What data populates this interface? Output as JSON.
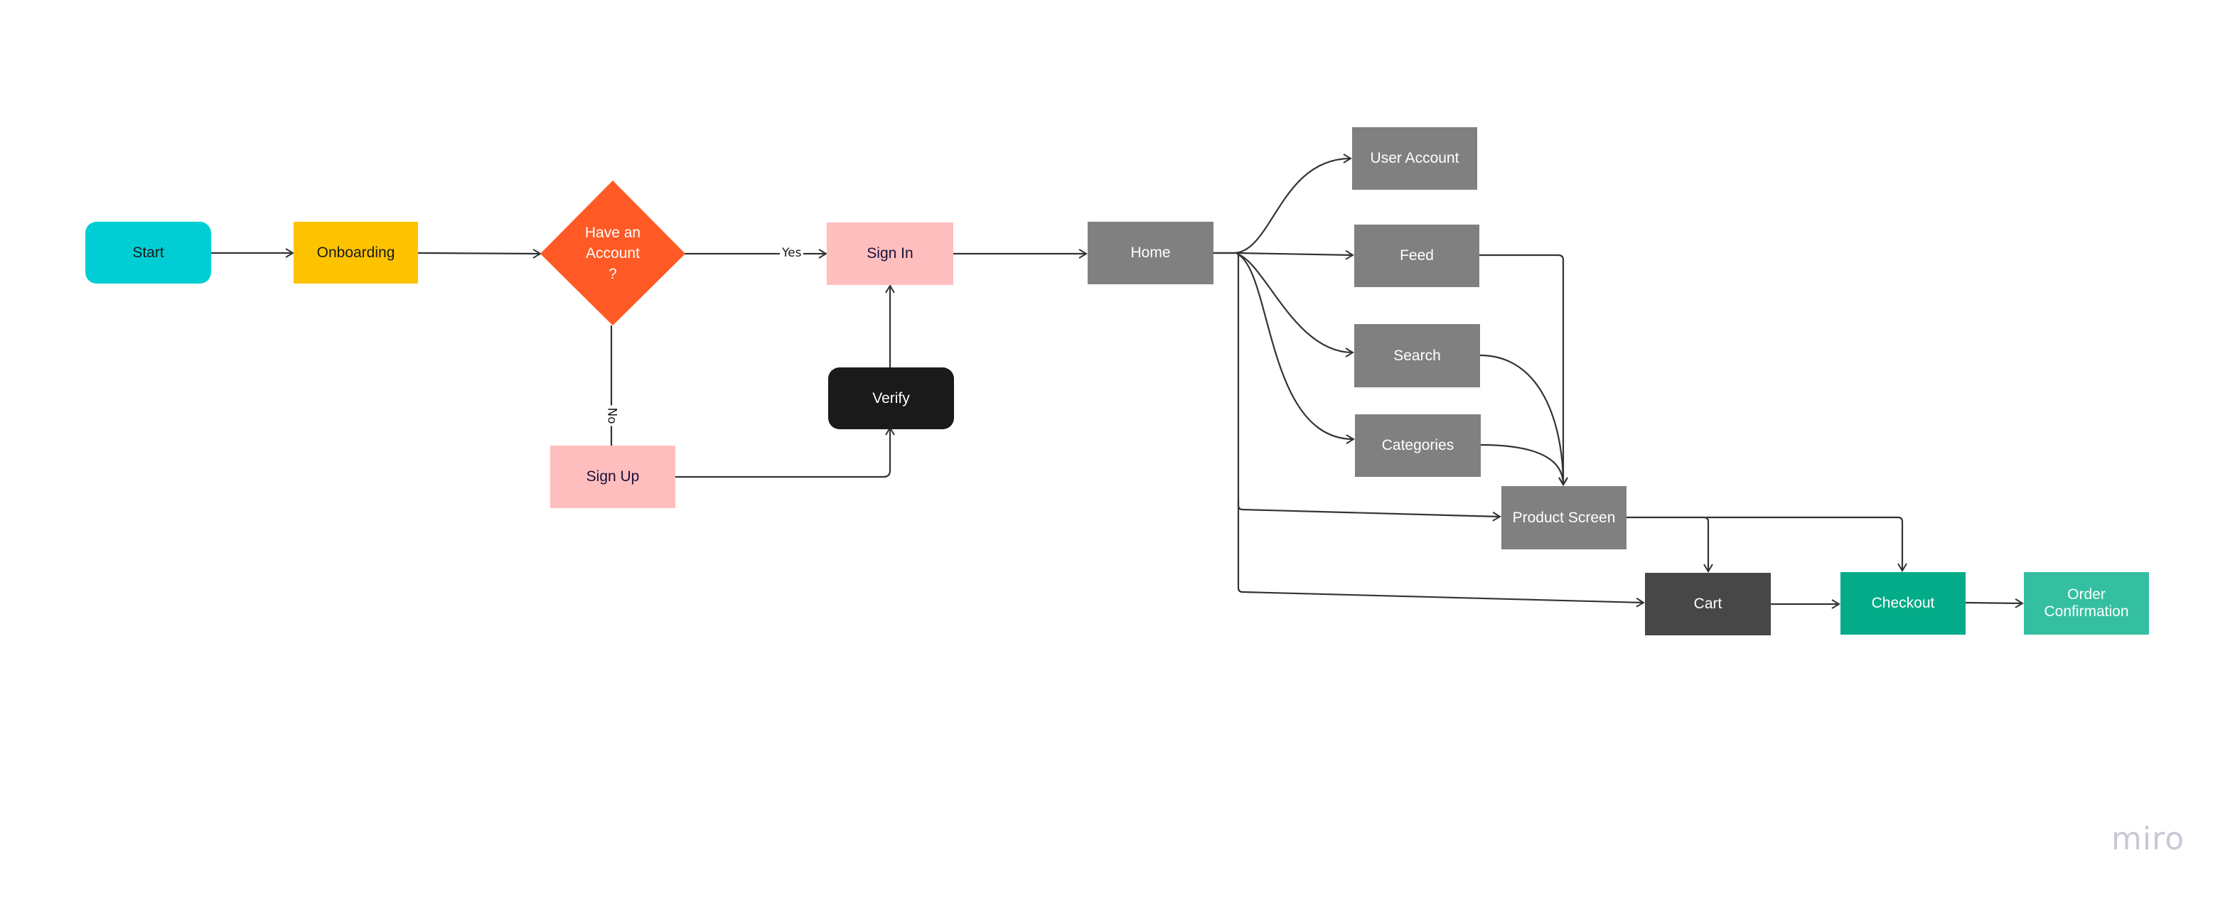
{
  "board": {
    "logo": "miro"
  },
  "colors": {
    "start": "#00CED4",
    "onboarding": "#FDC300",
    "decision": "#FF5A26",
    "signin": "#FFBEBE",
    "verify": "#1A1A1A",
    "screen": "#808080",
    "cart": "#474747",
    "checkout": "#03AB88",
    "confirmation": "#34BFA0",
    "connector": "#333333"
  },
  "nodes": {
    "start": {
      "label": "Start"
    },
    "onboarding": {
      "label": "Onboarding"
    },
    "decision": {
      "label": "Have an\nAccount\n?"
    },
    "sign_in": {
      "label": "Sign In"
    },
    "sign_up": {
      "label": "Sign Up"
    },
    "verify": {
      "label": "Verify"
    },
    "home": {
      "label": "Home"
    },
    "user_account": {
      "label": "User Account"
    },
    "feed": {
      "label": "Feed"
    },
    "search": {
      "label": "Search"
    },
    "categories": {
      "label": "Categories"
    },
    "product_screen": {
      "label": "Product Screen"
    },
    "cart": {
      "label": "Cart"
    },
    "checkout": {
      "label": "Checkout"
    },
    "order_confirmation": {
      "label": "Order\nConfirmation"
    }
  },
  "edge_labels": {
    "yes": "Yes",
    "no": "No"
  },
  "edges": [
    {
      "from": "start",
      "to": "onboarding"
    },
    {
      "from": "onboarding",
      "to": "decision"
    },
    {
      "from": "decision",
      "to": "sign_in",
      "label": "Yes"
    },
    {
      "from": "decision",
      "to": "sign_up",
      "label": "No"
    },
    {
      "from": "sign_up",
      "to": "verify"
    },
    {
      "from": "verify",
      "to": "sign_in"
    },
    {
      "from": "sign_in",
      "to": "home"
    },
    {
      "from": "home",
      "to": "user_account"
    },
    {
      "from": "home",
      "to": "feed"
    },
    {
      "from": "home",
      "to": "search"
    },
    {
      "from": "home",
      "to": "categories"
    },
    {
      "from": "home",
      "to": "product_screen"
    },
    {
      "from": "home",
      "to": "cart"
    },
    {
      "from": "feed",
      "to": "product_screen"
    },
    {
      "from": "search",
      "to": "product_screen"
    },
    {
      "from": "categories",
      "to": "product_screen"
    },
    {
      "from": "product_screen",
      "to": "cart"
    },
    {
      "from": "product_screen",
      "to": "checkout"
    },
    {
      "from": "cart",
      "to": "checkout"
    },
    {
      "from": "checkout",
      "to": "order_confirmation"
    }
  ]
}
